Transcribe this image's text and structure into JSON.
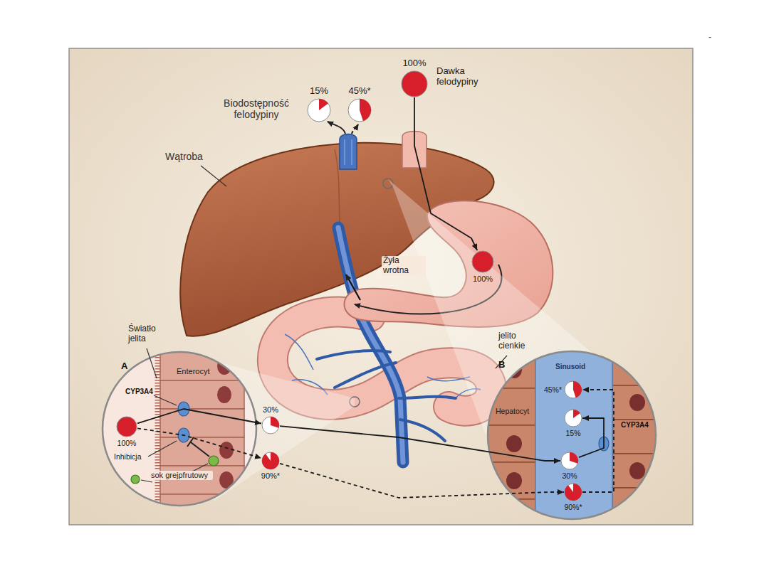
{
  "diagram": {
    "nodes": [
      {
        "text": [
          "15%"
        ]
      },
      {
        "text": [
          "45%*"
        ]
      },
      {
        "text": [
          "100%",
          "Dawka felodypiny"
        ]
      },
      {
        "text": [
          "100%"
        ]
      },
      {
        "text": [
          "100%"
        ]
      },
      {
        "text": [
          "30%"
        ]
      },
      {
        "text": [
          "90%*"
        ]
      },
      {
        "text": [
          "45%*"
        ]
      },
      {
        "text": [
          "15%"
        ]
      },
      {
        "text": [
          "30%"
        ]
      },
      {
        "text": [
          "90%*"
        ]
      }
    ],
    "edges": [
      {
        "from": 2,
        "to": 3,
        "arrow": "to"
      },
      {
        "from": 4,
        "to": 5,
        "arrow": "to"
      },
      {
        "from": 4,
        "to": 6,
        "arrow": "to"
      },
      {
        "from": 5,
        "to": 9,
        "arrow": "to"
      },
      {
        "from": 6,
        "to": 10,
        "arrow": "to"
      },
      {
        "from": 9,
        "to": 8,
        "arrow": "to"
      },
      {
        "from": 10,
        "to": 7,
        "arrow": "to"
      }
    ],
    "labels": [
      "Biodostępność felodypiny",
      "Wątroba",
      "Żyła wrotna",
      "jelito cienkie",
      "Światło jelita",
      "A",
      "Enterocyt",
      "CYP3A4",
      "Inhibicja",
      "sok grejpfrutowy",
      "B",
      "Sinusoid",
      "Hepatocyt",
      "CYP3A4",
      "-"
    ]
  }
}
